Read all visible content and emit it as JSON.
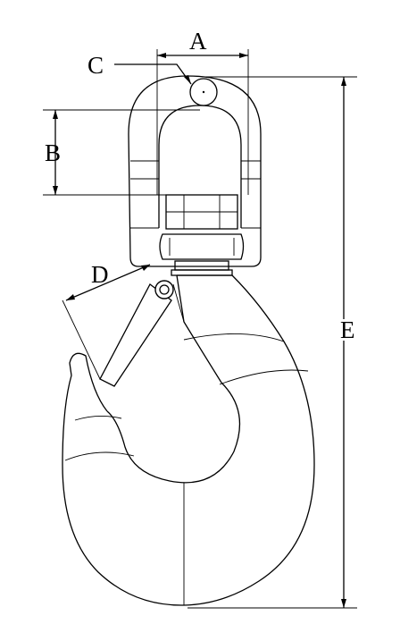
{
  "diagram": {
    "labels": {
      "a": "A",
      "b": "B",
      "c": "C",
      "d": "D",
      "e": "E"
    },
    "colors": {
      "stroke": "#000000",
      "background": "#ffffff"
    }
  }
}
